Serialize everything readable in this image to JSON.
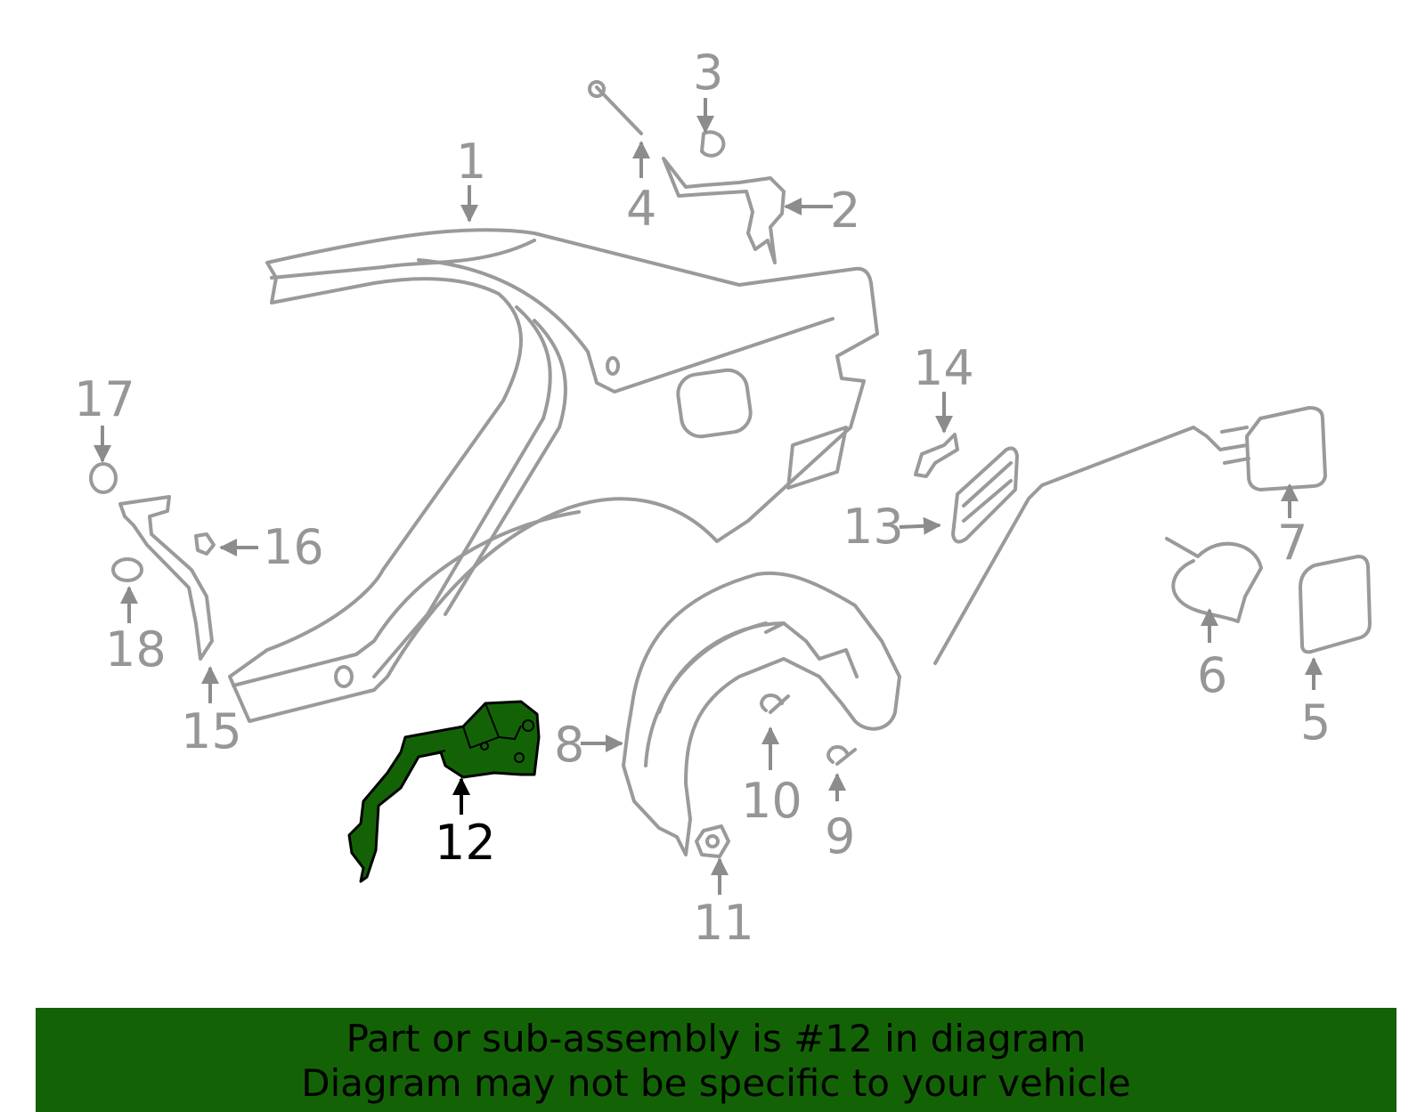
{
  "colors": {
    "outline": "#9a9a9a",
    "highlight": "#136306",
    "callout_gray": "#969696",
    "callout_active": "#000000",
    "banner": "#136306"
  },
  "callouts": {
    "c1": "1",
    "c2": "2",
    "c3": "3",
    "c4": "4",
    "c5": "5",
    "c6": "6",
    "c7": "7",
    "c8": "8",
    "c9": "9",
    "c10": "10",
    "c11": "11",
    "c12": "12",
    "c13": "13",
    "c14": "14",
    "c15": "15",
    "c16": "16",
    "c17": "17",
    "c18": "18"
  },
  "highlighted_part": "12",
  "footer": {
    "line1": "Part or sub-assembly is #12 in diagram",
    "line2": "Diagram may not be specific to your vehicle"
  }
}
